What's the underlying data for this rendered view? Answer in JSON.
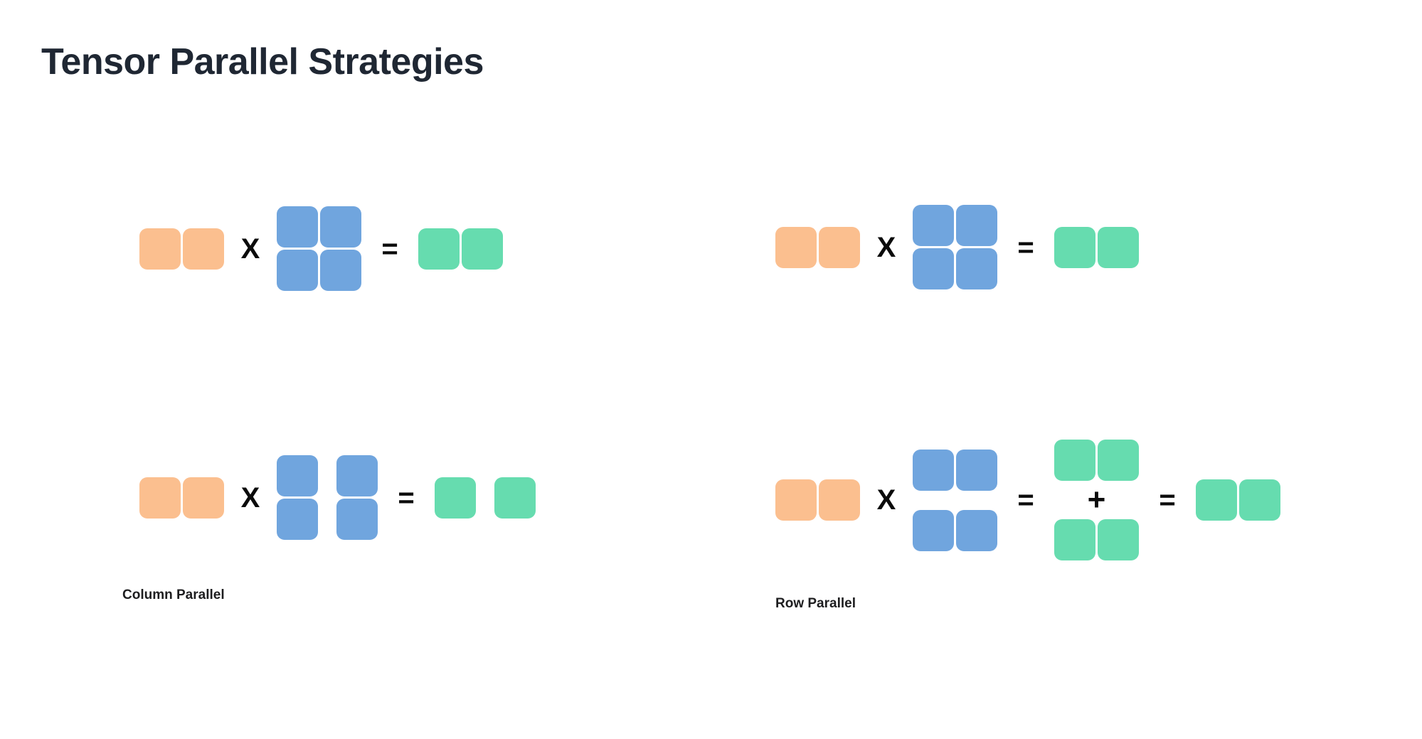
{
  "page": {
    "title": "Tensor Parallel Strategies",
    "background_color": "#ffffff"
  },
  "palette": {
    "input_orange": "#fbbf8f",
    "weight_blue": "#70a5de",
    "output_green": "#66dcaf",
    "text_dark": "#1f2733",
    "operator_black": "#0b0b0b"
  },
  "operators": {
    "multiply": "X",
    "equals": "=",
    "plus": "+"
  },
  "captions": {
    "column_parallel": "Column Parallel",
    "row_parallel": "Row Parallel"
  },
  "chart_data": {
    "type": "diagram",
    "title": "Tensor Parallel Strategies",
    "description": "Matrix-multiplication block diagrams comparing column-parallel and row-parallel tensor sharding.",
    "panels": [
      {
        "id": "column-parallel-reference",
        "group": "Column Parallel",
        "position": "top-left",
        "equation": "X (1x2 orange) X W (2x2 blue, unsharded) = Y (1x2 green, joined)",
        "operands": [
          {
            "role": "activation",
            "color": "#fbbf8f",
            "rows": 1,
            "cols": 2,
            "split": "none"
          },
          {
            "role": "weight",
            "color": "#70a5de",
            "rows": 2,
            "cols": 2,
            "split": "none"
          },
          {
            "role": "output",
            "color": "#66dcaf",
            "rows": 1,
            "cols": 2,
            "split": "none"
          }
        ]
      },
      {
        "id": "column-parallel-sharded",
        "group": "Column Parallel",
        "position": "bottom-left",
        "equation": "X (1x2 orange) X W (2x2 blue, split by column) = Y (1x2 green, split by column)",
        "operands": [
          {
            "role": "activation",
            "color": "#fbbf8f",
            "rows": 1,
            "cols": 2,
            "split": "none"
          },
          {
            "role": "weight",
            "color": "#70a5de",
            "rows": 2,
            "cols": 2,
            "split": "column"
          },
          {
            "role": "output",
            "color": "#66dcaf",
            "rows": 1,
            "cols": 2,
            "split": "column"
          }
        ]
      },
      {
        "id": "row-parallel-reference",
        "group": "Row Parallel",
        "position": "top-right",
        "equation": "X (1x2 orange) X W (2x2 blue, unsharded) = Y (1x2 green, joined)",
        "operands": [
          {
            "role": "activation",
            "color": "#fbbf8f",
            "rows": 1,
            "cols": 2,
            "split": "none"
          },
          {
            "role": "weight",
            "color": "#70a5de",
            "rows": 2,
            "cols": 2,
            "split": "none"
          },
          {
            "role": "output",
            "color": "#66dcaf",
            "rows": 1,
            "cols": 2,
            "split": "none"
          }
        ]
      },
      {
        "id": "row-parallel-sharded",
        "group": "Row Parallel",
        "position": "bottom-right",
        "equation": "X (1x2 orange) X W (2x2 blue, split by row) = partial (1x2 green) + partial (1x2 green) = Y (1x2 green, joined)",
        "operands": [
          {
            "role": "activation",
            "color": "#fbbf8f",
            "rows": 1,
            "cols": 2,
            "split": "none"
          },
          {
            "role": "weight",
            "color": "#70a5de",
            "rows": 2,
            "cols": 2,
            "split": "row"
          },
          {
            "role": "partial-sum-top",
            "color": "#66dcaf",
            "rows": 1,
            "cols": 2,
            "split": "none"
          },
          {
            "role": "partial-sum-bottom",
            "color": "#66dcaf",
            "rows": 1,
            "cols": 2,
            "split": "none"
          },
          {
            "role": "output",
            "color": "#66dcaf",
            "rows": 1,
            "cols": 2,
            "split": "none"
          }
        ]
      }
    ]
  }
}
